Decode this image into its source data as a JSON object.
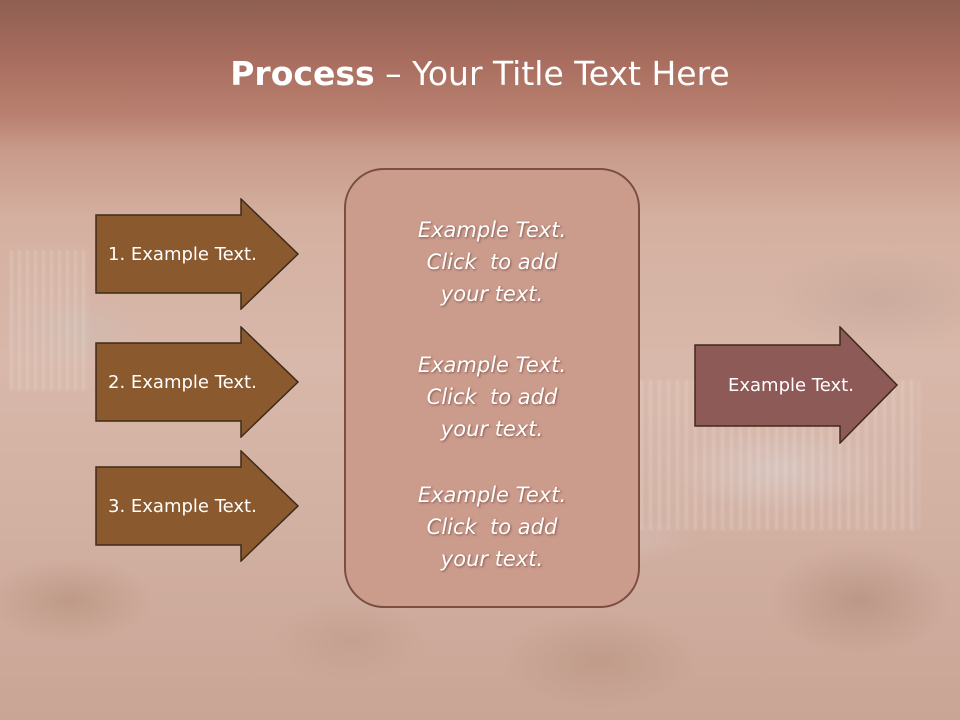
{
  "slide": {
    "title_bold": "Process",
    "title_rest": " – Your Title Text Here",
    "left_arrows": [
      {
        "label": "1. Example Text."
      },
      {
        "label": "2. Example Text."
      },
      {
        "label": "3. Example Text."
      }
    ],
    "center_blocks": [
      {
        "line1": "Example Text.",
        "line2": "Click  to add",
        "line3": "your text."
      },
      {
        "line1": "Example Text.",
        "line2": "Click  to add",
        "line3": "your text."
      },
      {
        "line1": "Example Text.",
        "line2": "Click  to add",
        "line3": "your text."
      }
    ],
    "right_arrow": {
      "label": "Example Text."
    }
  },
  "colors": {
    "left_arrow_fill": "#8a5a2e",
    "right_arrow_fill": "#8e5a58",
    "center_box_fill": "#cb9b8c",
    "title_text": "#ffffff"
  }
}
